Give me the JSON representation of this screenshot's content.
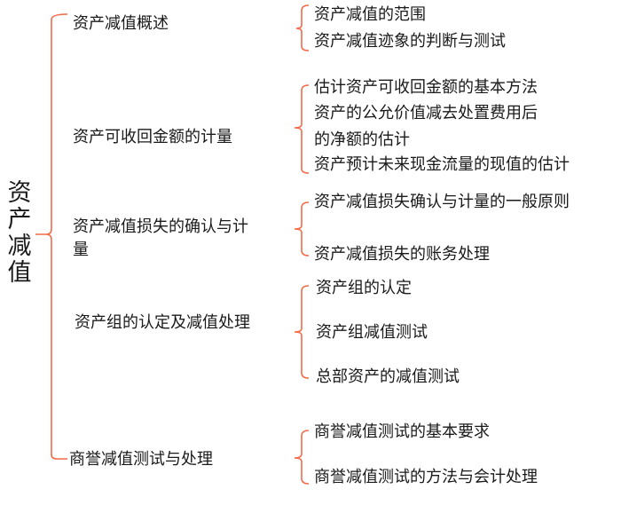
{
  "diagram": {
    "type": "mind-map",
    "bracket_color": "#F26B4A",
    "root": {
      "label": "资产减值",
      "chars": [
        "资",
        "产",
        "减",
        "值"
      ]
    },
    "branches": [
      {
        "label": "资产减值概述",
        "children": [
          "资产减值的范围",
          "资产减值迹象的判断与测试"
        ]
      },
      {
        "label": "资产可收回金额的计量",
        "children": [
          "估计资产可收回金额的基本方法",
          "资产的公允价值减去处置费用后",
          "的净额的估计",
          "资产预计未来现金流量的现值的估计"
        ]
      },
      {
        "label_line1": "资产减值损失的确认与计",
        "label_line2": "量",
        "label": "资产减值损失的确认与计量",
        "children": [
          "资产减值损失确认与计量的一般原则",
          "资产减值损失的账务处理"
        ]
      },
      {
        "label": "资产组的认定及减值处理",
        "children": [
          "资产组的认定",
          "资产组减值测试",
          "总部资产的减值测试"
        ]
      },
      {
        "label": "商誉减值测试与处理",
        "children": [
          "商誉减值测试的基本要求",
          "商誉减值测试的方法与会计处理"
        ]
      }
    ]
  }
}
